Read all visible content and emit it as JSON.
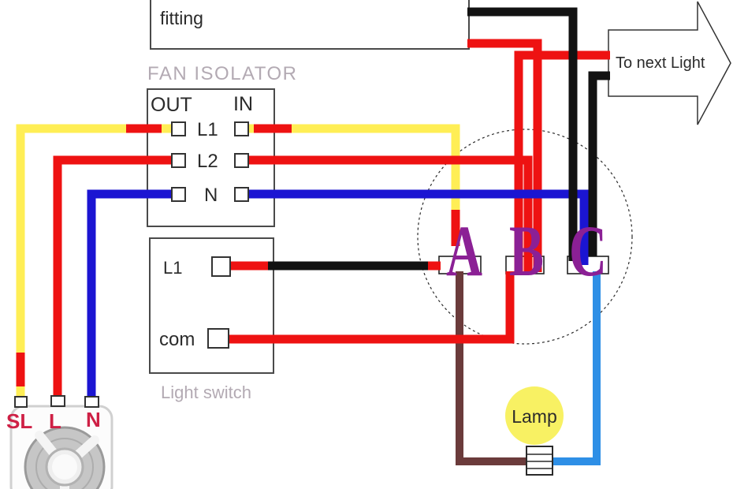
{
  "fitting_box": {
    "label": "fitting"
  },
  "fan_isolator": {
    "title": "FAN ISOLATOR",
    "out_label": "OUT",
    "in_label": "IN",
    "terminal_l1": "L1",
    "terminal_l2": "L2",
    "terminal_n": "N"
  },
  "light_switch": {
    "terminal_l1": "L1",
    "terminal_com": "com",
    "caption": "Light switch"
  },
  "ceiling_rose": {
    "terminal_a": "A",
    "terminal_b": "B",
    "terminal_c": "C"
  },
  "arrow": {
    "label": "To next Light"
  },
  "lamp": {
    "label": "Lamp"
  },
  "fan": {
    "terminal_sl": "SL",
    "terminal_l": "L",
    "terminal_n": "N"
  },
  "colors": {
    "live_red": "#EE1212",
    "switched_yellow": "#FFEE55",
    "neutral_blue": "#1B15D2",
    "black": "#121212",
    "brown": "#6B3B3B",
    "lamp_feed_blue": "#2E8FE6",
    "rose_letter_purple": "#8B2095",
    "caption_gray": "#B3AAB3",
    "label_dark": "#2B2B2B",
    "fan_label_crimson": "#CE2045",
    "lamp_yellow": "#F8F163"
  }
}
